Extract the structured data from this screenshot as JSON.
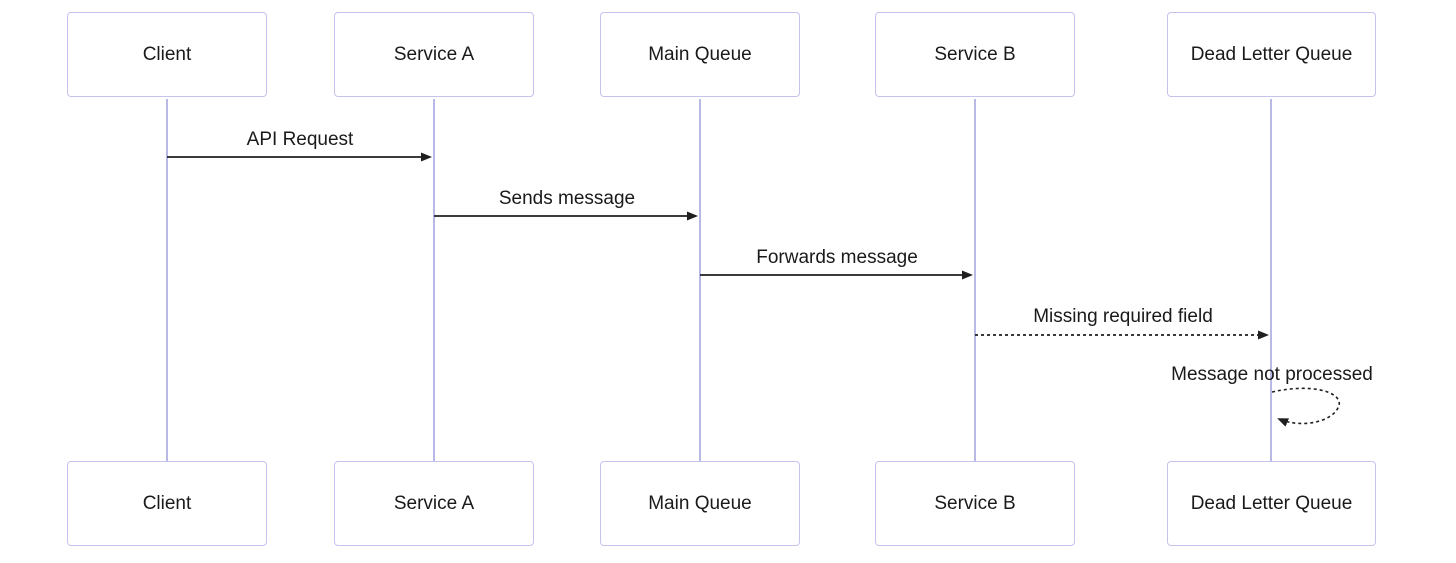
{
  "diagram": {
    "type": "sequence",
    "participants": [
      {
        "id": "client",
        "name": "Client"
      },
      {
        "id": "service-a",
        "name": "Service A"
      },
      {
        "id": "main-queue",
        "name": "Main Queue"
      },
      {
        "id": "service-b",
        "name": "Service B"
      },
      {
        "id": "dead-letter-queue",
        "name": "Dead Letter Queue"
      }
    ],
    "messages": [
      {
        "from": "Client",
        "to": "Service A",
        "label": "API Request",
        "line_style": "solid"
      },
      {
        "from": "Service A",
        "to": "Main Queue",
        "label": "Sends message",
        "line_style": "solid"
      },
      {
        "from": "Main Queue",
        "to": "Service B",
        "label": "Forwards message",
        "line_style": "solid"
      },
      {
        "from": "Service B",
        "to": "Dead Letter Queue",
        "label": "Missing required field",
        "line_style": "dashed"
      },
      {
        "from": "Dead Letter Queue",
        "to": "Dead Letter Queue",
        "label": "Message not processed",
        "line_style": "dashed-self-loop"
      }
    ],
    "colors": {
      "actor_border": "#c3c3ee",
      "actor_fill": "#ffffff",
      "lifeline": "#b9b9e8",
      "message_line": "#1f1f1f",
      "text": "#1a1a1a",
      "background": "#ffffff"
    }
  }
}
